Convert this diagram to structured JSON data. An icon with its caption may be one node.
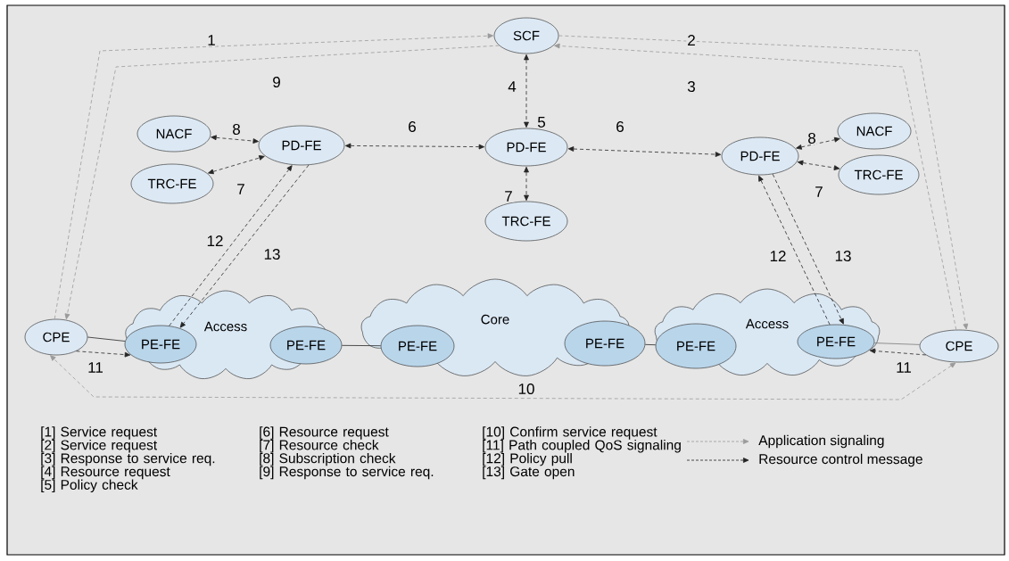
{
  "diagram": {
    "nodes": [
      {
        "text": [
          "SCF"
        ]
      },
      {
        "text": [
          "NACF"
        ]
      },
      {
        "text": [
          "PD-FE"
        ]
      },
      {
        "text": [
          "TRC-FE"
        ]
      },
      {
        "text": [
          "PD-FE"
        ]
      },
      {
        "text": [
          "TRC-FE"
        ]
      },
      {
        "text": [
          "PD-FE"
        ]
      },
      {
        "text": [
          "NACF"
        ]
      },
      {
        "text": [
          "TRC-FE"
        ]
      },
      {
        "text": [
          "Access"
        ]
      },
      {
        "text": [
          "CPE"
        ]
      },
      {
        "text": [
          "PE-FE"
        ],
        "in": 9
      },
      {
        "text": [
          "PE-FE"
        ]
      },
      {
        "text": [
          "Core"
        ]
      },
      {
        "text": [
          "PE-FE"
        ],
        "in": 13
      },
      {
        "text": [
          "PE-FE"
        ]
      },
      {
        "text": [
          "Access"
        ]
      },
      {
        "text": [
          "PE-FE"
        ],
        "in": 16
      },
      {
        "text": [
          "PE-FE"
        ],
        "in": 16
      },
      {
        "text": [
          "CPE"
        ]
      }
    ],
    "edges": [
      {
        "from": 10,
        "to": 0,
        "arrow": "to",
        "label": "1",
        "style": "dashed",
        "color": "#9a9a9a"
      },
      {
        "from": 0,
        "to": 19,
        "arrow": "to",
        "label": "2",
        "style": "dashed",
        "color": "#9a9a9a"
      },
      {
        "from": 19,
        "to": 0,
        "arrow": "to",
        "label": "3",
        "style": "dashed",
        "color": "#9a9a9a"
      },
      {
        "from": 0,
        "to": 10,
        "arrow": "to",
        "label": "9",
        "style": "dashed",
        "color": "#9a9a9a"
      },
      {
        "from": 0,
        "to": 4,
        "arrow": "both",
        "label": "4",
        "style": "dashed"
      },
      {
        "from": 2,
        "to": 4,
        "arrow": "both",
        "label": "6",
        "style": "dashed"
      },
      {
        "from": 4,
        "to": 6,
        "arrow": "both",
        "label": "6",
        "style": "dashed"
      },
      {
        "from": 1,
        "to": 2,
        "arrow": "both",
        "label": "8",
        "style": "dashed"
      },
      {
        "from": 3,
        "to": 2,
        "arrow": "both",
        "label": "7",
        "style": "dashed"
      },
      {
        "from": 4,
        "to": 5,
        "arrow": "both",
        "label": "7",
        "style": "dashed"
      },
      {
        "from": 6,
        "to": 7,
        "arrow": "both",
        "label": "8",
        "style": "dashed"
      },
      {
        "from": 6,
        "to": 8,
        "arrow": "both",
        "label": "7",
        "style": "dashed"
      },
      {
        "from": 11,
        "to": 2,
        "arrow": "to",
        "label": "12",
        "style": "dashed"
      },
      {
        "from": 2,
        "to": 11,
        "arrow": "to",
        "label": "13",
        "style": "dashed"
      },
      {
        "from": 18,
        "to": 6,
        "arrow": "to",
        "label": "12",
        "style": "dashed"
      },
      {
        "from": 6,
        "to": 18,
        "arrow": "to",
        "label": "13",
        "style": "dashed"
      },
      {
        "from": 10,
        "to": 11,
        "arrow": "to",
        "label": "11",
        "style": "dashed"
      },
      {
        "from": 19,
        "to": 18,
        "arrow": "to",
        "label": "11",
        "style": "dashed"
      },
      {
        "from": 19,
        "to": 10,
        "arrow": "both",
        "label": "10",
        "style": "dashed",
        "color": "#9a9a9a"
      },
      {
        "from": 10,
        "to": 11,
        "arrow": "none"
      },
      {
        "from": 12,
        "to": 14,
        "arrow": "none"
      },
      {
        "from": 15,
        "to": 17,
        "arrow": "none"
      },
      {
        "from": 18,
        "to": 19,
        "arrow": "none",
        "color": "#7a7a7a"
      }
    ],
    "labels": [
      "5",
      "[1] Service request",
      "[2] Service request",
      "[3] Response to service req.",
      "[4] Resource request",
      "[5] Policy check",
      "[6] Resource request",
      "[7] Resource check",
      "[8] Subscription check",
      "[9] Response to service req.",
      "[10] Confirm service request",
      "[11] Path coupled QoS signaling",
      "[12] Policy pull",
      "[13] Gate open"
    ],
    "legend": [
      {
        "text": "Application signaling"
      },
      {
        "text": "Resource control message"
      }
    ]
  }
}
